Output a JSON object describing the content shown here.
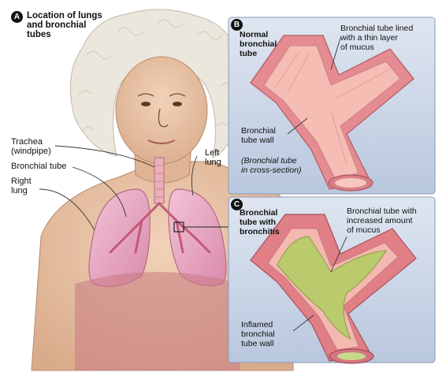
{
  "panel_a": {
    "badge": "A",
    "title": "Location of lungs\nand bronchial\ntubes",
    "labels": {
      "trachea": "Trachea\n(windpipe)",
      "bronchial_tube": "Bronchial tube",
      "right_lung": "Right\nlung",
      "left_lung": "Left\nlung"
    }
  },
  "panel_b": {
    "badge": "B",
    "title": "Normal\nbronchial\ntube",
    "labels": {
      "mucus_layer": "Bronchial tube lined\nwith a thin layer\nof mucus",
      "tube_wall": "Bronchial\ntube wall",
      "cross_section": "(Bronchial tube\nin cross-section)"
    }
  },
  "panel_c": {
    "badge": "C",
    "title": "Bronchial\ntube with\nbronchitis",
    "labels": {
      "increased_mucus": "Bronchial tube with\nincreased amount\nof mucus",
      "inflamed_wall": "Inflamed\nbronchial\ntube wall"
    }
  },
  "colors": {
    "skin": "#e8c3a5",
    "hair": "#e9e4da",
    "lung": "#e7a9c1",
    "tube_wall": "#e88e92",
    "tube_inner": "#f6c1b8",
    "mucus": "#b8cf6e",
    "panel_bg": "#c7d3e6"
  }
}
